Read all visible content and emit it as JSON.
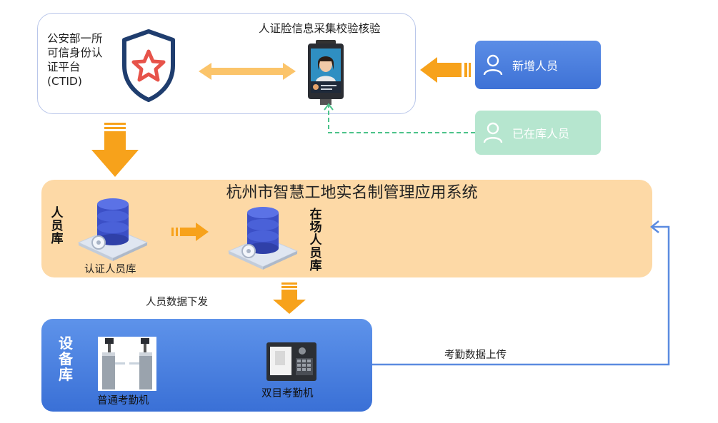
{
  "top": {
    "ctid_label_lines": [
      "公安部一所",
      "可信身份认",
      "证平台",
      "(CTID)"
    ],
    "device_title": "人证脸信息采集校验核验"
  },
  "buttons": {
    "new_person": "新增人员",
    "existing_person": "已在库人员"
  },
  "system": {
    "title": "杭州市智慧工地实名制管理应用系统",
    "person_db_label": "人员库",
    "certified_db_label": "认证人员库",
    "onsite_label": "在场人员库"
  },
  "flow": {
    "data_dispatch": "人员数据下发",
    "attendance_upload": "考勤数据上传"
  },
  "devices": {
    "panel_label": "设备库",
    "gate_label": "普通考勤机",
    "binocular_label": "双目考勤机"
  },
  "colors": {
    "orange": "#f7a21b",
    "orange_light": "#fdd9a6",
    "blue": "#3e72d6",
    "green_dashed": "#4cc38a",
    "shield": "#1f3d6e",
    "star": "#e7534a"
  }
}
